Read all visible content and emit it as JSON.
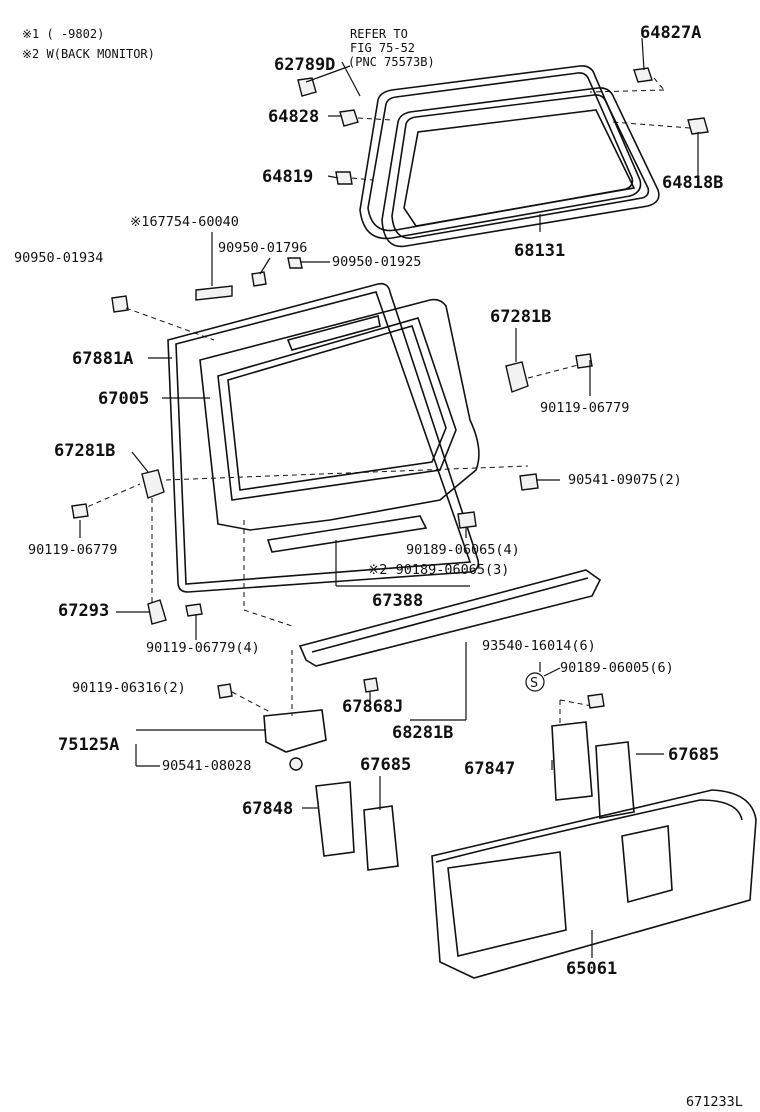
{
  "notes": {
    "note1": "※1 (    -9802)",
    "note2": "※2 W(BACK MONITOR)",
    "refer1": "REFER TO",
    "refer2": "FIG 75-52",
    "refer3": "(PNC 75573B)"
  },
  "parts": {
    "p64827A": "64827A",
    "p62789D": "62789D",
    "p64828": "64828",
    "p64819": "64819",
    "p64818B": "64818B",
    "p68131": "68131",
    "p167754": "※167754-60040",
    "p9095001796": "90950-01796",
    "p9095001934": "90950-01934",
    "p9095001925": "90950-01925",
    "p67281B_r": "67281B",
    "p67881A": "67881A",
    "p67005": "67005",
    "p9011906779_r": "90119-06779",
    "p67281B_l": "67281B",
    "p9054109075": "90541-09075(2)",
    "p9011906779_l": "90119-06779",
    "p9018906065": "90189-06065(4)",
    "p9018906065b": "※2 90189-06065(3)",
    "p67388": "67388",
    "p67293": "67293",
    "p9011906779_4": "90119-06779(4)",
    "p9354016014": "93540-16014(6)",
    "p9018906005": "90189-06005(6)",
    "p9011906316": "90119-06316(2)",
    "p67868J": "67868J",
    "p68281B": "68281B",
    "p75125A": "75125A",
    "p9054108028": "90541-08028",
    "p67685_l": "67685",
    "p67847": "67847",
    "p67685_r": "67685",
    "p67848": "67848",
    "p65061": "65061",
    "s_symbol": "S"
  },
  "figure_code": "671233L"
}
